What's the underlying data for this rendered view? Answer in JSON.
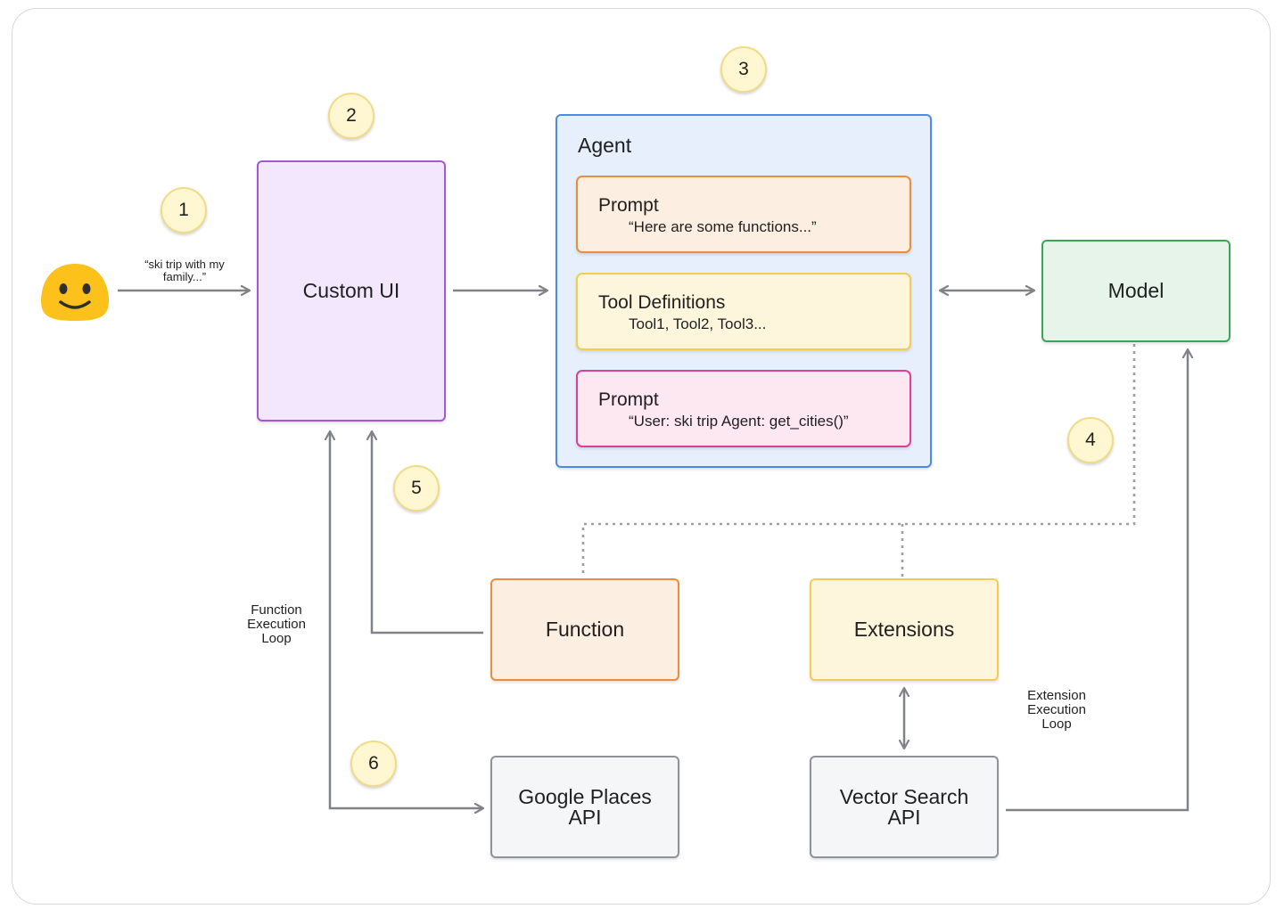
{
  "badges": [
    "1",
    "2",
    "3",
    "4",
    "5",
    "6"
  ],
  "user": {
    "message": "“ski trip with my family...”"
  },
  "custom_ui": {
    "label": "Custom UI"
  },
  "agent": {
    "title": "Agent",
    "prompt1": {
      "title": "Prompt",
      "text": "“Here are some functions...”"
    },
    "tools": {
      "title": "Tool Definitions",
      "text": "Tool1, Tool2, Tool3..."
    },
    "prompt2": {
      "title": "Prompt",
      "text": "“User: ski trip Agent: get_cities()”"
    }
  },
  "model": {
    "label": "Model"
  },
  "function": {
    "label": "Function"
  },
  "extensions": {
    "label": "Extensions"
  },
  "google_places": {
    "line1": "Google Places",
    "line2": "API"
  },
  "vector_search": {
    "line1": "Vector Search",
    "line2": "API"
  },
  "loops": {
    "function_loop": "Function Execution Loop",
    "extension_loop": "Extension Execution Loop"
  },
  "colors": {
    "badge_fill": "#fef7d2",
    "ui_border": "#a356d6",
    "agent_border": "#4a8ae8",
    "model_border": "#3fa357",
    "function_border": "#ea8d3c",
    "extension_border": "#f2cd52",
    "prompt2_border": "#dd3f92",
    "api_border": "#8f9296",
    "arrow": "#7f8388"
  },
  "icons": {
    "user": "smiley-face-icon"
  }
}
